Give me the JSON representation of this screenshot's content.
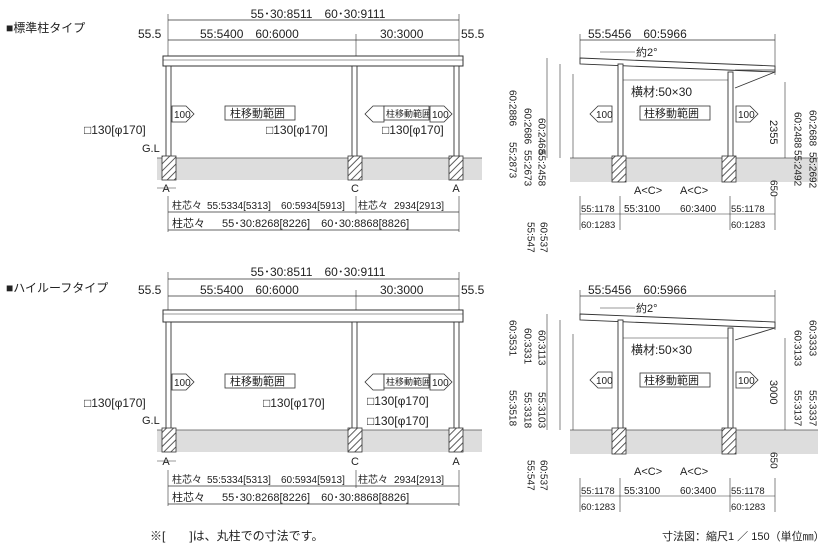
{
  "section1": {
    "title": "■標準柱タイプ",
    "overall": "55･30:8511　60･30:9111",
    "left_margin": "55.5",
    "right_margin": "55.5",
    "span_main": "55:5400　60:6000",
    "span_sub": "30:3000",
    "move_range_main": "柱移動範囲",
    "move_range_sub": "柱移動範囲",
    "arrow_100": "100",
    "post_left": "□130[φ170]",
    "post_mid": "□130[φ170]",
    "post_right": "□130[φ170]",
    "gl": "G.L",
    "mark_a": "A",
    "mark_c": "C",
    "pitch_row1_label": "柱芯々",
    "pitch_row1_main": "55:5334[5313]　60:5934[5913]",
    "pitch_row1_label2": "柱芯々",
    "pitch_row1_sub": "2934[2913]",
    "pitch_row2_label": "柱芯々",
    "pitch_row2": "55･30:8268[8226]　60･30:8868[8826]"
  },
  "side1": {
    "depth": "55:5456　60:5966",
    "slope": "約2°",
    "beam": "横材:50×30",
    "move_range": "柱移動範囲",
    "arrow_100": "100",
    "h_left_outer": "55:2873",
    "h_left_top": "60:2886",
    "h_left_mid1": "55:2673",
    "h_left_mid1b": "60:2686",
    "h_left_mid2": "55:2458",
    "h_left_mid2b": "60:2468",
    "h_right_2355": "2355",
    "h_right_a": "55:2492",
    "h_right_b": "60:2488",
    "h_right_c": "55:2692",
    "h_right_d": "60:2688",
    "h_650": "650",
    "embed_a": "55:547",
    "embed_b": "60:537",
    "mark_ac": "A<C>",
    "b_left": "55:1178",
    "b_left2": "60:1283",
    "b_mid1": "55:3100",
    "b_mid2": "60:3400",
    "b_right": "55:1178",
    "b_right2": "60:1283"
  },
  "section2": {
    "title": "■ハイルーフタイプ",
    "overall": "55･30:8511　60･30:9111",
    "left_margin": "55.5",
    "right_margin": "55.5",
    "span_main": "55:5400　60:6000",
    "span_sub": "30:3000",
    "move_range_main": "柱移動範囲",
    "move_range_sub": "柱移動範囲",
    "arrow_100": "100",
    "post_left": "□130[φ170]",
    "post_mid": "□130[φ170]",
    "post_right": "□130[φ170]",
    "post_right2": "□130[φ170]",
    "gl": "G.L",
    "mark_a": "A",
    "mark_c": "C",
    "pitch_row1_label": "柱芯々",
    "pitch_row1_main": "55:5334[5313]　60:5934[5913]",
    "pitch_row1_label2": "柱芯々",
    "pitch_row1_sub": "2934[2913]",
    "pitch_row2_label": "柱芯々",
    "pitch_row2": "55･30:8268[8226]　60･30:8868[8826]"
  },
  "side2": {
    "depth": "55:5456　60:5966",
    "slope": "約2°",
    "beam": "横材:50×30",
    "move_range": "柱移動範囲",
    "arrow_100": "100",
    "h_left_outer": "55:3518",
    "h_left_top": "60:3531",
    "h_left_mid1": "55:3318",
    "h_left_mid1b": "60:3331",
    "h_left_mid2": "55:3103",
    "h_left_mid2b": "60:3113",
    "h_right_3000": "3000",
    "h_right_a": "55:3137",
    "h_right_b": "60:3133",
    "h_right_c": "55:3337",
    "h_right_d": "60:3333",
    "h_650": "650",
    "embed_a": "55:547",
    "embed_b": "60:537",
    "mark_ac": "A<C>",
    "b_left": "55:1178",
    "b_left2": "60:1283",
    "b_mid1": "55:3100",
    "b_mid2": "60:3400",
    "b_right": "55:1178",
    "b_right2": "60:1283"
  },
  "footer": {
    "note": "※[　　]は、丸柱での寸法です。",
    "scale": "寸法図：縮尺1 ／ 150（単位㎜）"
  }
}
